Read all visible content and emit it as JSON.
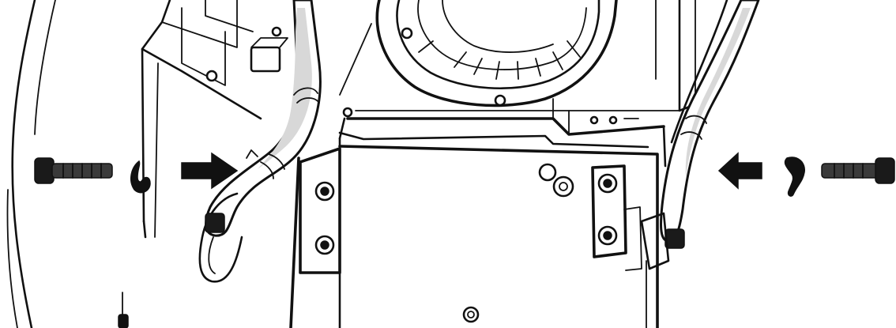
{
  "figure": {
    "type": "exploded-assembly-illustration",
    "colors": {
      "line": "#111111",
      "background": "#ffffff",
      "shade": "#d8d8d8"
    },
    "parts": {
      "left_bolt": "bolt",
      "left_washer": "lock-washer",
      "left_arrow": "direction-arrow-right",
      "right_bolt": "bolt",
      "right_washer": "lock-washer",
      "right_arrow": "direction-arrow-left"
    }
  }
}
